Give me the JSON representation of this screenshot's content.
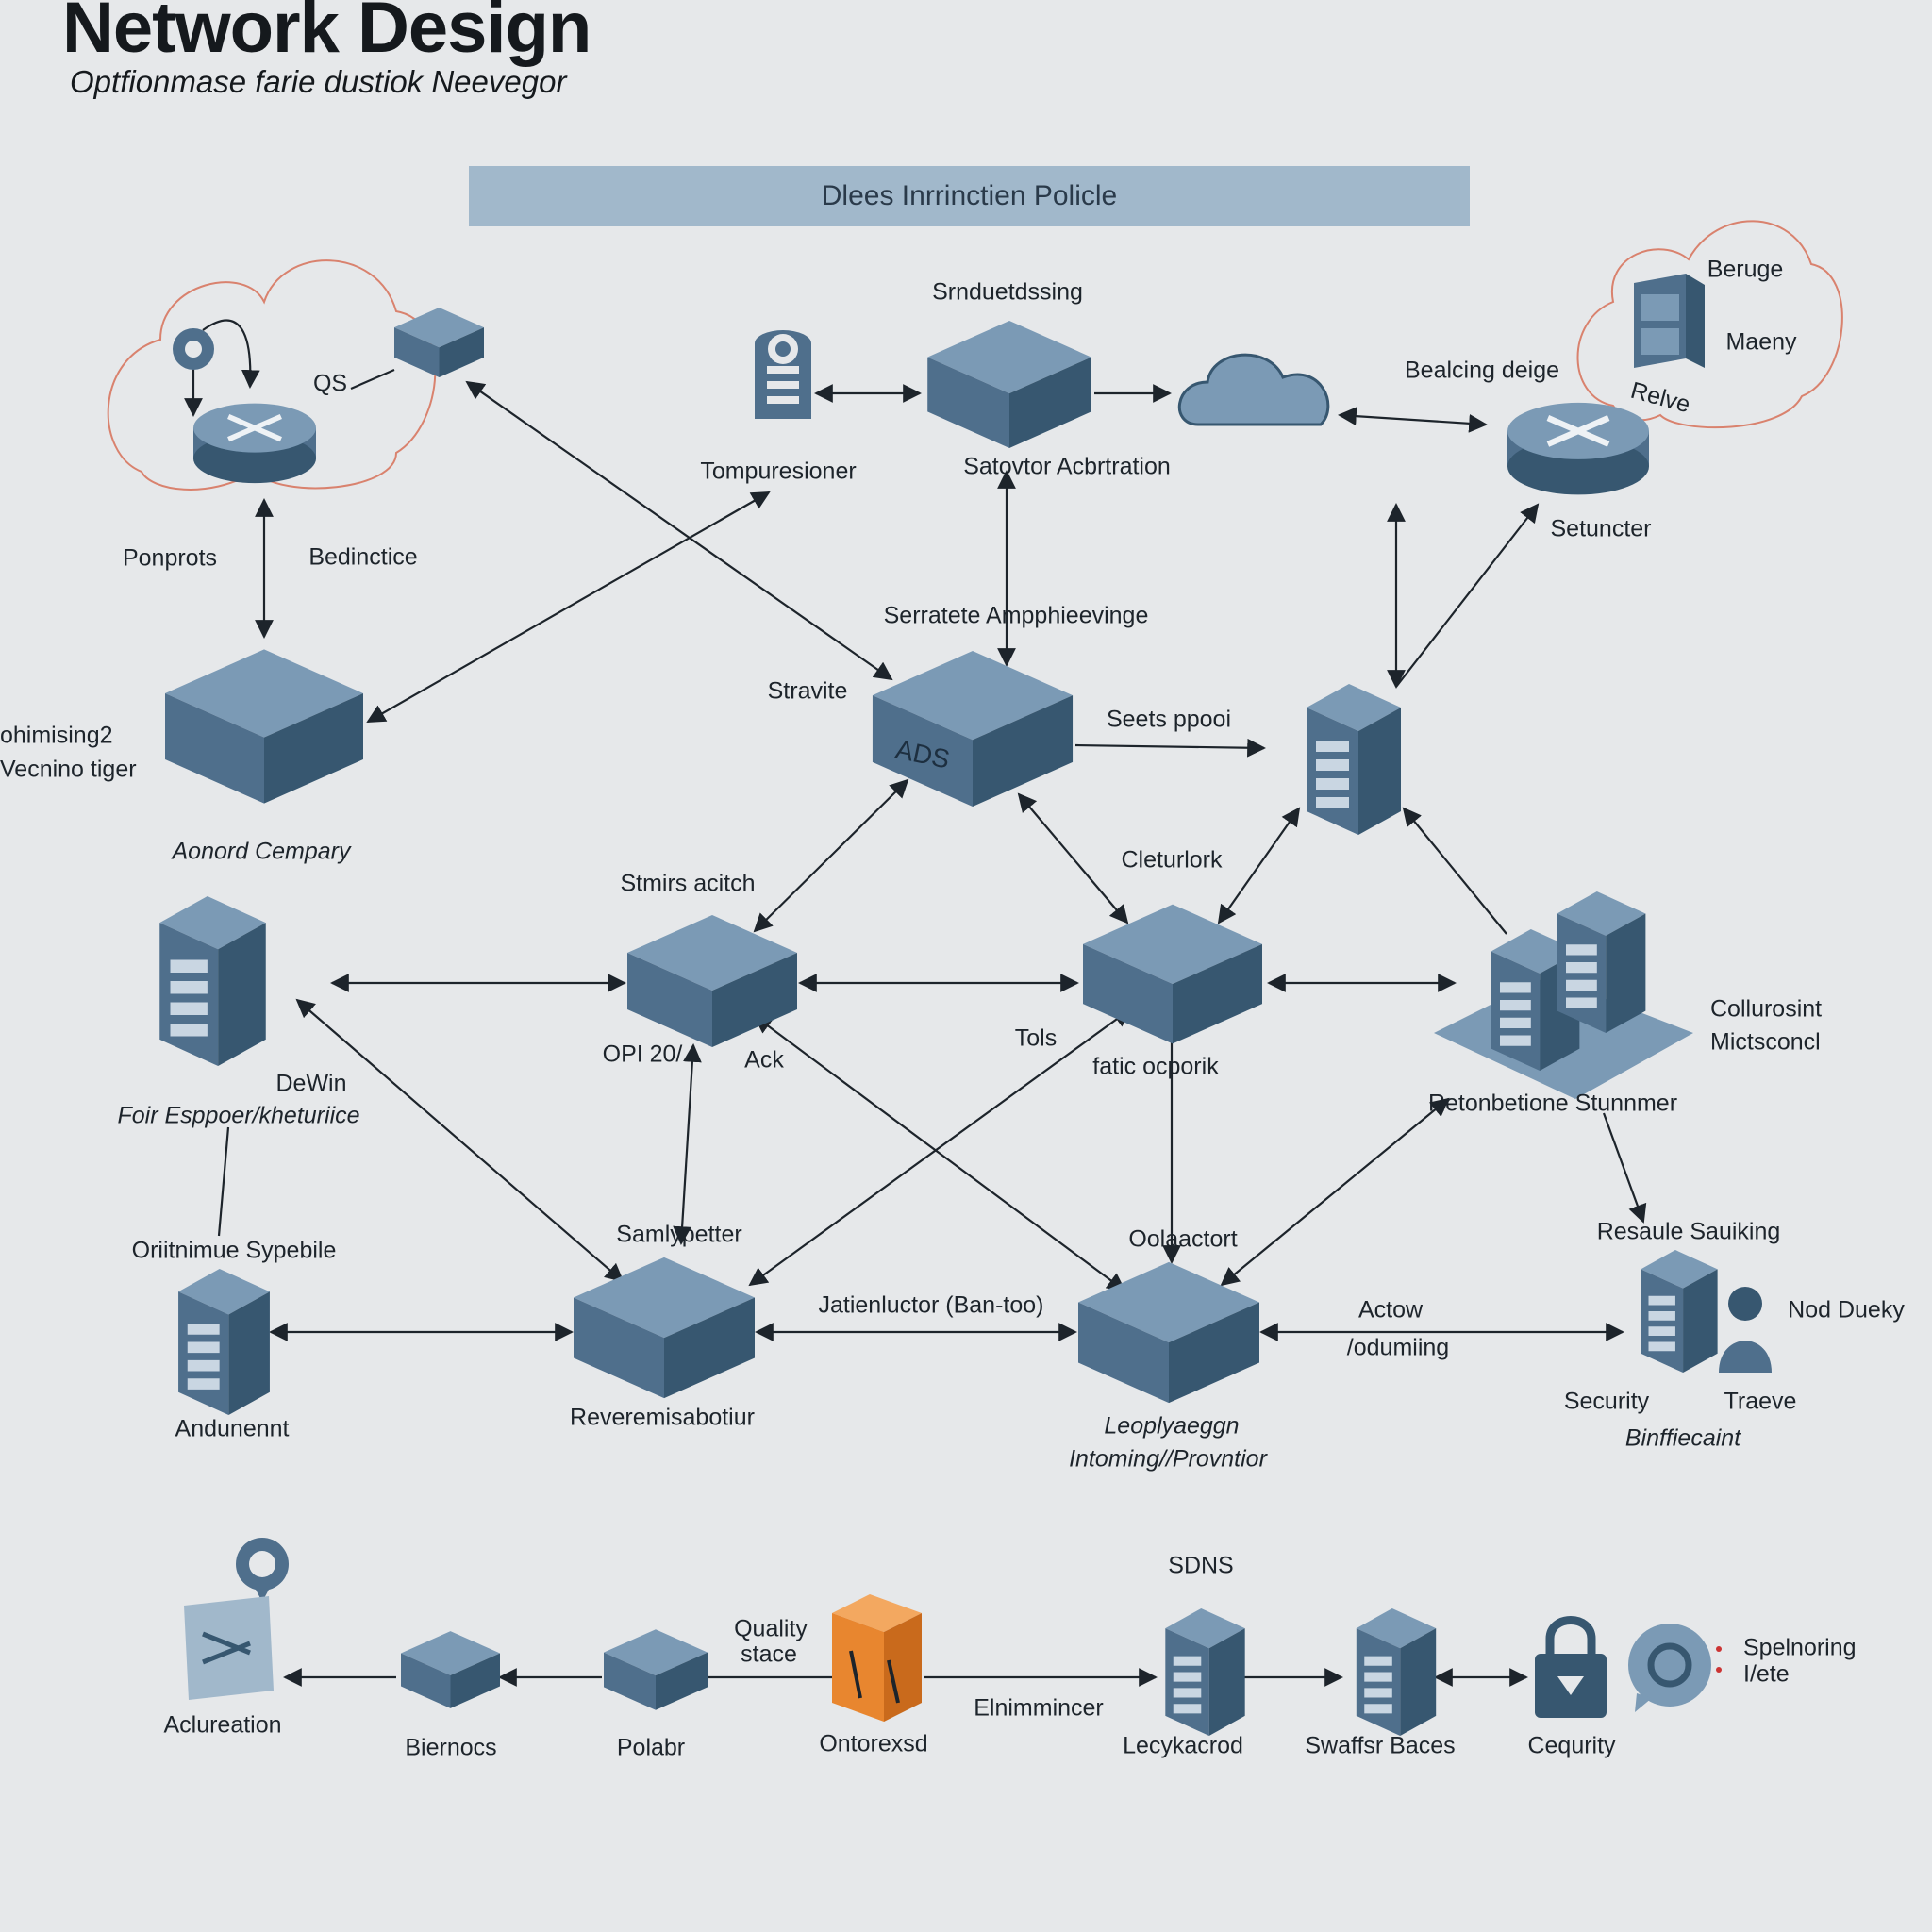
{
  "header": {
    "title": "Network Design",
    "subtitle": "Optfionmase farie dustiok Neevegor",
    "banner": "Dlees Inrrinctien Policle"
  },
  "labels": {
    "qs": "QS",
    "ponprots": "Ponprots",
    "bedinctice": "Bedinctice",
    "optimising_1": "ohimising2",
    "optimising_2": "Vecnino tiger",
    "aonord_cempary": "Aonord Cempary",
    "tompuresioner": "Tompuresioner",
    "srnduetdssing": "Srnduetdssing",
    "satovtor": "Satovtor Acbrtration",
    "bealcing": "Bealcing deige",
    "beruge": "Beruge",
    "maeny": "Maeny",
    "relve": "Relve",
    "setuncter": "Setuncter",
    "serratete": "Serratete Ampphieevinge",
    "stravite": "Stravite",
    "ads": "ADS",
    "seets_ppooi": "Seets ppooi",
    "sternis": "Stmirs acitch",
    "cleturlork": "Cleturlork",
    "opi": "OPI 20/",
    "ack": "Ack",
    "tols": "Tols",
    "fatic": "fatic ocporik",
    "colluresint_1": "Collurosint",
    "colluresint_2": "Mictsconcl",
    "retonbetione": "Retonbetione Stunnmer",
    "devin": "DeWin",
    "foir": "Foir Esppoer/kheturiice",
    "oriitnimue": "Oriitnimue Sypebile",
    "andunennt": "Andunennt",
    "samly": "Samlypetter",
    "reverem": "Reveremisabotiur",
    "jatienluctor": "Jatienluctor (Ban-too)",
    "oolaactort": "Oolaactort",
    "leoply": "Leoplyaeggn",
    "intoming": "Intoming//Provntior",
    "actow_1": "Actow",
    "actow_2": "/odumiing",
    "resaule": "Resaule Sauiking",
    "nod_dueky": "Nod Dueky",
    "security": "Security",
    "traeve": "Traeve",
    "binfiecaint": "Binffiecaint",
    "sdns": "SDNS",
    "quality_1": "Quality",
    "quality_2": "stace",
    "aclureation": "Aclureation",
    "biernocs": "Biernocs",
    "polabr": "Polabr",
    "ontorexsd": "Ontorexsd",
    "elnimmincer": "Elnimmincer",
    "lecykacrod": "Lecykacrod",
    "swaffsr": "Swaffsr Baces",
    "cequrity": "Cequrity",
    "spelnoring_1": "Spelnoring",
    "spelnoring_2": "I/ete"
  },
  "colors": {
    "background": "#e6e8ea",
    "device_top": "#7b9ab5",
    "device_left": "#4f6f8c",
    "device_right": "#375770",
    "accent_orange": "#e8862f",
    "cloud_outline": "#d9826e",
    "banner": "#a1b8cb"
  },
  "icons": [
    "router-icon",
    "server-icon",
    "switch-icon",
    "cloud-icon",
    "tower-icon",
    "lock-icon",
    "chat-icon",
    "firewall-icon",
    "rack-icon",
    "box-icon"
  ]
}
